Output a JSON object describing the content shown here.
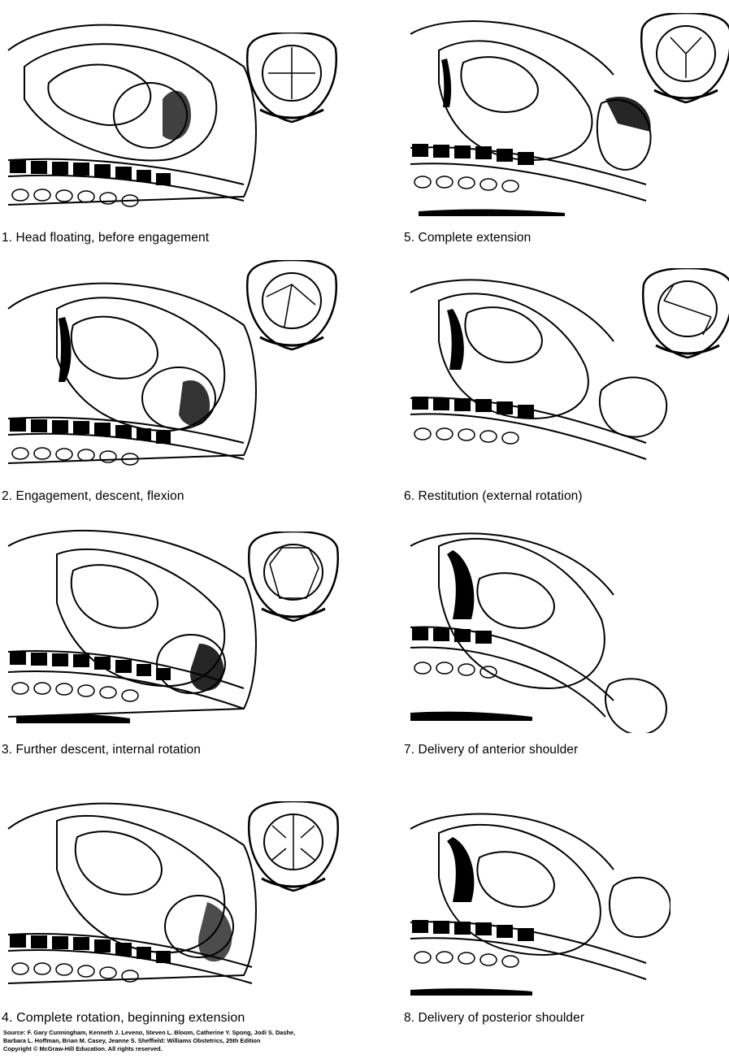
{
  "stages": [
    {
      "caption": "1. Head floating, before engagement"
    },
    {
      "caption": "2. Engagement, descent, flexion"
    },
    {
      "caption": "3. Further descent, internal rotation"
    },
    {
      "caption": "4. Complete rotation, beginning extension"
    },
    {
      "caption": "5. Complete extension"
    },
    {
      "caption": "6. Restitution (external rotation)"
    },
    {
      "caption": "7. Delivery of anterior shoulder"
    },
    {
      "caption": "8. Delivery of posterior shoulder"
    }
  ],
  "source": {
    "line1": "Source: F. Gary Cunningham, Kenneth J. Leveno, Steven L. Bloom, Catherine Y. Spong, Jodi S. Dashe,",
    "line2": "Barbara L. Hoffman, Brian M. Casey, Jeanne S. Sheffield: Williams Obstetrics, 25th Edition",
    "line3": "Copyright © McGraw-Hill Education. All rights reserved."
  }
}
